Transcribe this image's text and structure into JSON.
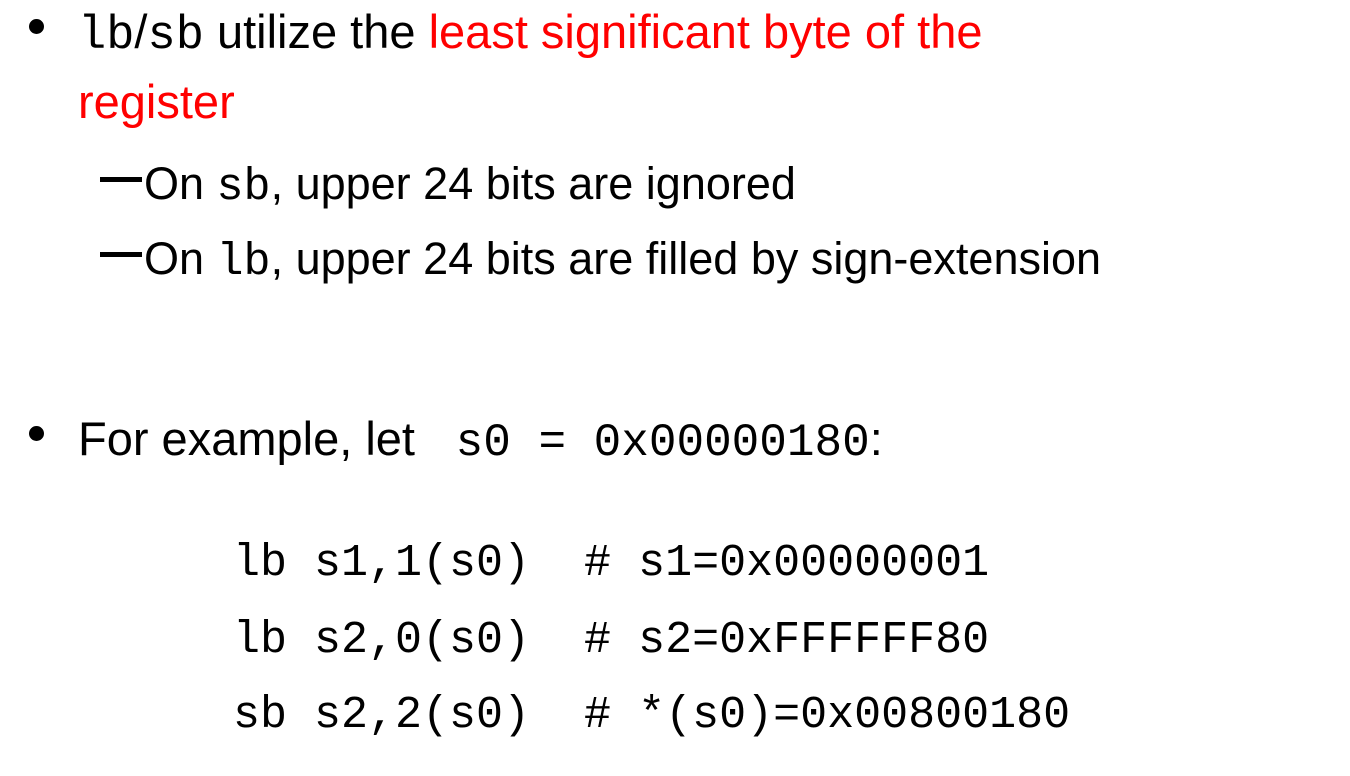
{
  "bullet1": {
    "code_a": "lb",
    "slash": "/",
    "code_b": "sb",
    "text": " utilize the ",
    "highlight_line1": "least significant byte of the",
    "highlight_line2": "register"
  },
  "sub1": {
    "prefix": "On ",
    "code": "sb",
    "text": ", upper 24 bits are ignored"
  },
  "sub2": {
    "prefix": "On ",
    "code": "lb",
    "text": ", upper 24 bits are filled by sign-extension"
  },
  "bullet2": {
    "text": "For example, let ",
    "code": " s0 = 0x00000180",
    "suffix": ":"
  },
  "code_lines": [
    "lb s1,1(s0)  # s1=0x00000001",
    "lb s2,0(s0)  # s2=0xFFFFFF80",
    "sb s2,2(s0)  # *(s0)=0x00800180"
  ],
  "colors": {
    "highlight": "#ff0000",
    "text": "#000000"
  }
}
